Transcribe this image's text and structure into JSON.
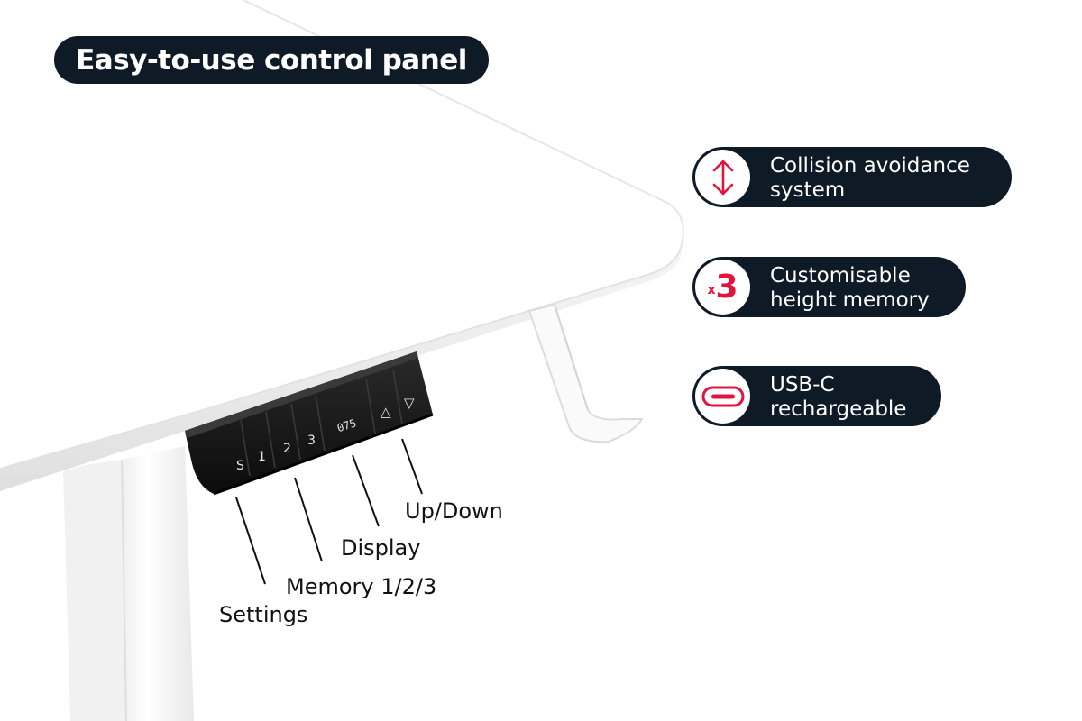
{
  "title": "Easy-to-use control panel",
  "features": [
    {
      "icon": "up-down-arrow-icon",
      "line1": "Collision avoidance",
      "line2": "system"
    },
    {
      "icon": "x3-icon",
      "icon_small": "x",
      "icon_big": "3",
      "line1": "Customisable",
      "line2": "height memory"
    },
    {
      "icon": "usb-c-port-icon",
      "line1": "USB-C",
      "line2": "rechargeable"
    }
  ],
  "panel": {
    "buttons": [
      "S",
      "1",
      "2",
      "3"
    ],
    "display_value": "075",
    "up_glyph": "△",
    "down_glyph": "▽"
  },
  "callouts": {
    "updown": "Up/Down",
    "display": "Display",
    "memory": "Memory 1/2/3",
    "settings": "Settings"
  },
  "colors": {
    "pill": "#0e1b26",
    "accent": "#e3143c",
    "panel": "#151515"
  }
}
